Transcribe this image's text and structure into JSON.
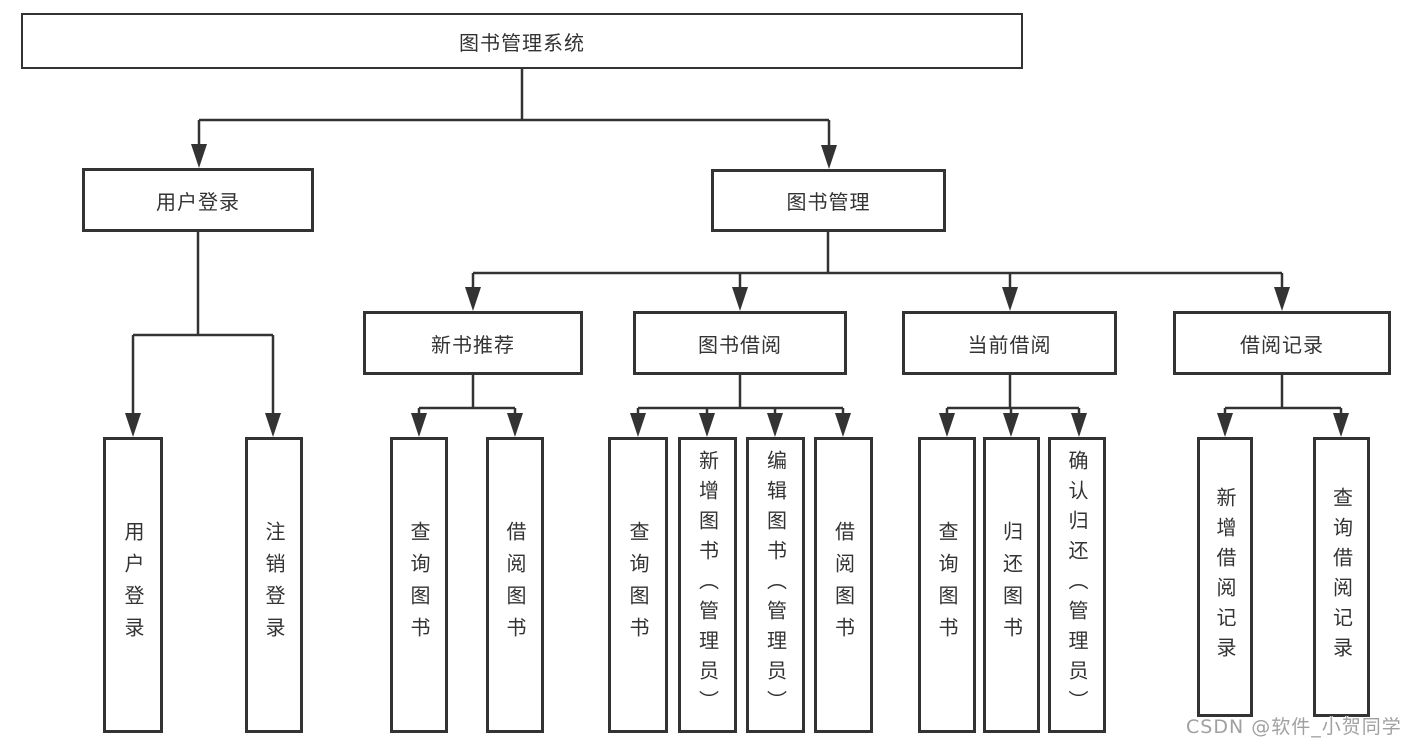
{
  "tree": {
    "root": {
      "label": "图书管理系统"
    },
    "login": {
      "label": "用户登录",
      "children": [
        {
          "label": "用户登录"
        },
        {
          "label": "注销登录"
        }
      ]
    },
    "mgmt": {
      "label": "图书管理",
      "children": [
        {
          "label": "新书推荐",
          "children": [
            {
              "label": "查询图书"
            },
            {
              "label": "借阅图书"
            }
          ]
        },
        {
          "label": "图书借阅",
          "children": [
            {
              "label": "查询图书"
            },
            {
              "label": "新增图书（管理员）"
            },
            {
              "label": "编辑图书（管理员）"
            },
            {
              "label": "借阅图书"
            }
          ]
        },
        {
          "label": "当前借阅",
          "children": [
            {
              "label": "查询图书"
            },
            {
              "label": "归还图书"
            },
            {
              "label": "确认归还（管理员）"
            }
          ]
        },
        {
          "label": "借阅记录",
          "children": [
            {
              "label": "新增借阅记录"
            },
            {
              "label": "查询借阅记录"
            }
          ]
        }
      ]
    }
  },
  "watermark": {
    "text": "CSDN @软件_小贺同学"
  },
  "colors": {
    "line": "#333333",
    "text": "#333333",
    "background": "#ffffff",
    "watermark": "#a0a0a0"
  }
}
